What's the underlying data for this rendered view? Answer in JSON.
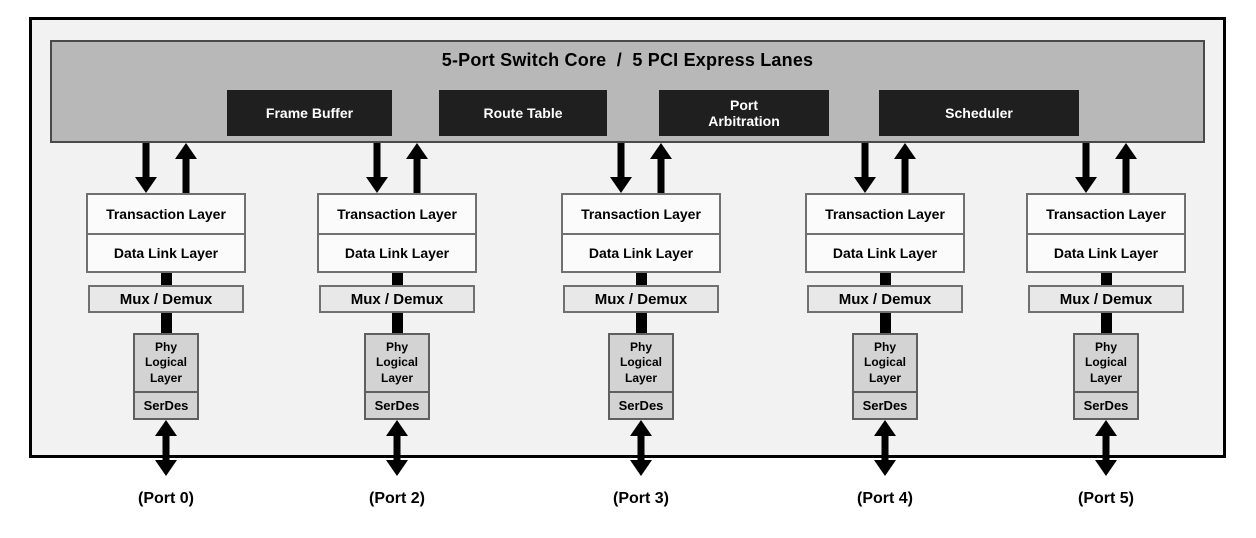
{
  "diagram": {
    "core": {
      "title": "5-Port Switch Core  /  5 PCI Express Lanes",
      "blocks": [
        {
          "label": "Frame Buffer"
        },
        {
          "label": "Route Table"
        },
        {
          "label": "Port Arbitration"
        },
        {
          "label": "Scheduler"
        }
      ]
    },
    "layers": {
      "transaction": "Transaction Layer",
      "data_link": "Data Link Layer",
      "mux": "Mux / Demux",
      "phy": "Phy Logical Layer",
      "serdes": "SerDes"
    },
    "columns": [
      {
        "port": "(Port 0)"
      },
      {
        "port": "(Port 2)"
      },
      {
        "port": "(Port 3)"
      },
      {
        "port": "(Port 4)"
      },
      {
        "port": "(Port 5)"
      }
    ],
    "colors": {
      "frame_fill": "#f2f2f2",
      "frame_border": "#000000",
      "core_bar_fill": "#b8b8b8",
      "core_block_fill": "#1f1f1f",
      "core_block_text": "#ffffff",
      "layer_box_fill": "#fbfbfb",
      "mux_fill": "#e8e8e8",
      "phy_fill": "#d3d3d3",
      "arrow": "#000000"
    }
  }
}
